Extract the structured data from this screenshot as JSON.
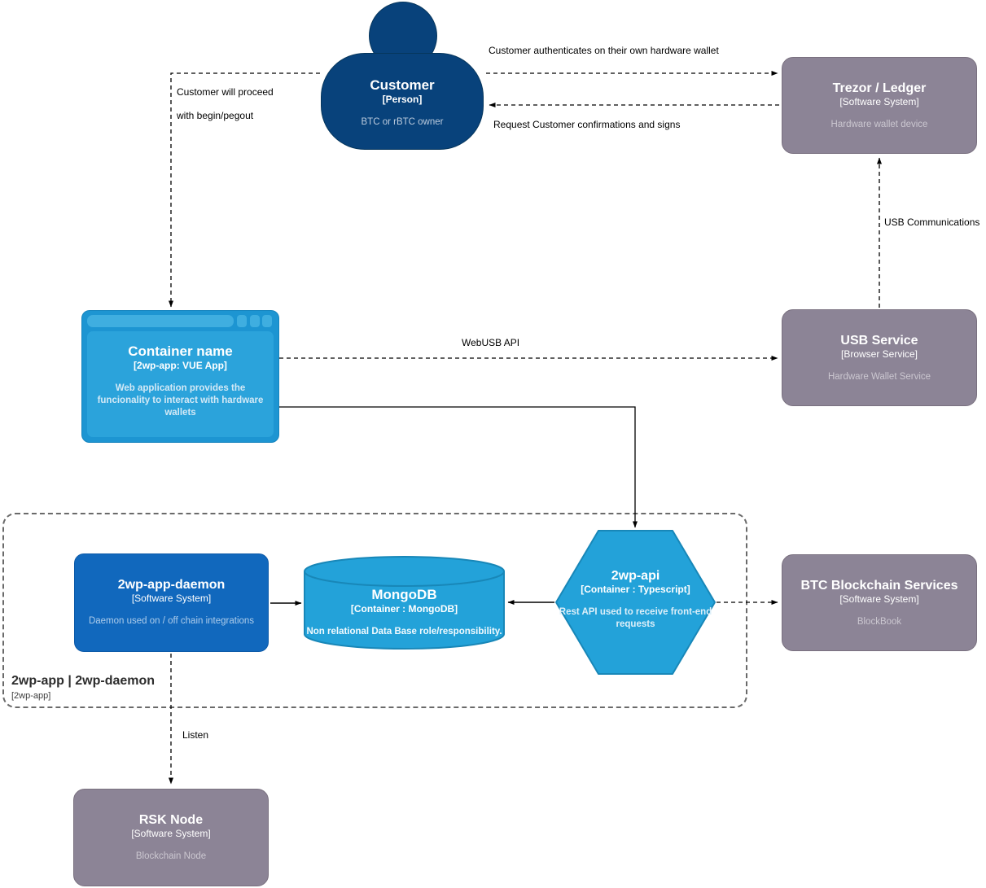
{
  "nodes": {
    "customer": {
      "title": "Customer",
      "type_label": "[Person]",
      "description": "BTC or rBTC owner"
    },
    "trezor_ledger": {
      "title": "Trezor / Ledger",
      "type_label": "[Software System]",
      "description": "Hardware wallet device"
    },
    "web_app": {
      "title": "Container name",
      "type_label": "[2wp-app: VUE App]",
      "description": "Web application provides the funcionality to interact with hardware wallets"
    },
    "usb_service": {
      "title": "USB Service",
      "type_label": "[Browser Service]",
      "description": "Hardware Wallet Service"
    },
    "app_daemon": {
      "title": "2wp-app-daemon",
      "type_label": "[Software System]",
      "description": "Daemon used on / off chain integrations"
    },
    "mongodb": {
      "title": "MongoDB",
      "type_label": "[Container : MongoDB]",
      "description": "Non relational Data Base role/responsibility."
    },
    "api": {
      "title": "2wp-api",
      "type_label": "[Container : Typescript]",
      "description": "Rest API used to receive front-end requests"
    },
    "btc_services": {
      "title": "BTC Blockchain Services",
      "type_label": "[Software System]",
      "description": "BlockBook"
    },
    "rsk_node": {
      "title": "RSK Node",
      "type_label": "[Software System]",
      "description": "Blockchain Node"
    }
  },
  "boundary": {
    "title": "2wp-app | 2wp-daemon",
    "type_label": "[2wp-app]"
  },
  "edges": {
    "customer_to_trezor": "Customer authenticates on their own hardware wallet",
    "trezor_to_customer": "Request Customer confirmations and signs",
    "customer_to_webapp": [
      "Customer will proceed",
      "with begin/pegout"
    ],
    "usb_to_trezor": "USB Communications",
    "webapp_to_usb": "WebUSB API",
    "daemon_to_rsk": "Listen"
  },
  "colors": {
    "person": "#08427B",
    "software_system": "#1168BD",
    "container": "#23A2D9",
    "external_system": "#8C8496",
    "edge": "#000000"
  }
}
